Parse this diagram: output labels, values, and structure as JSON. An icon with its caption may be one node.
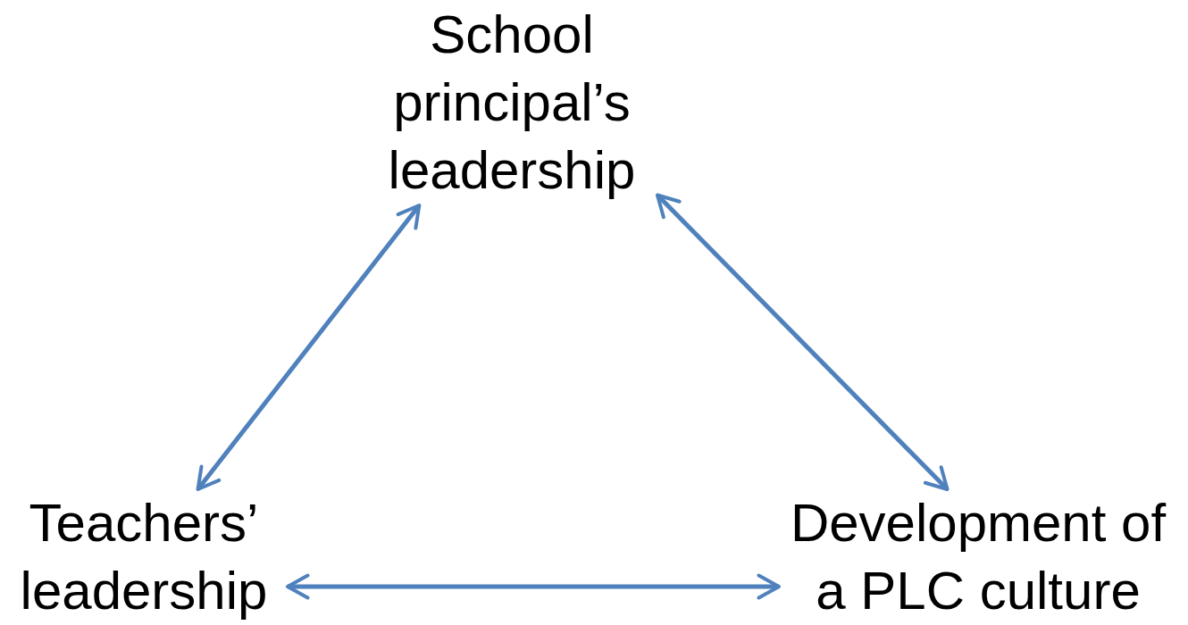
{
  "diagram": {
    "nodes": [
      {
        "text": [
          "School principal’s leadership"
        ]
      },
      {
        "text": [
          "Teachers’ leadership"
        ]
      },
      {
        "text": [
          "Development of a PLC culture"
        ]
      }
    ],
    "edges": [
      {
        "from": 0,
        "to": 1,
        "arrow": "both"
      },
      {
        "from": 0,
        "to": 2,
        "arrow": "both"
      },
      {
        "from": 1,
        "to": 2,
        "arrow": "both"
      }
    ]
  }
}
